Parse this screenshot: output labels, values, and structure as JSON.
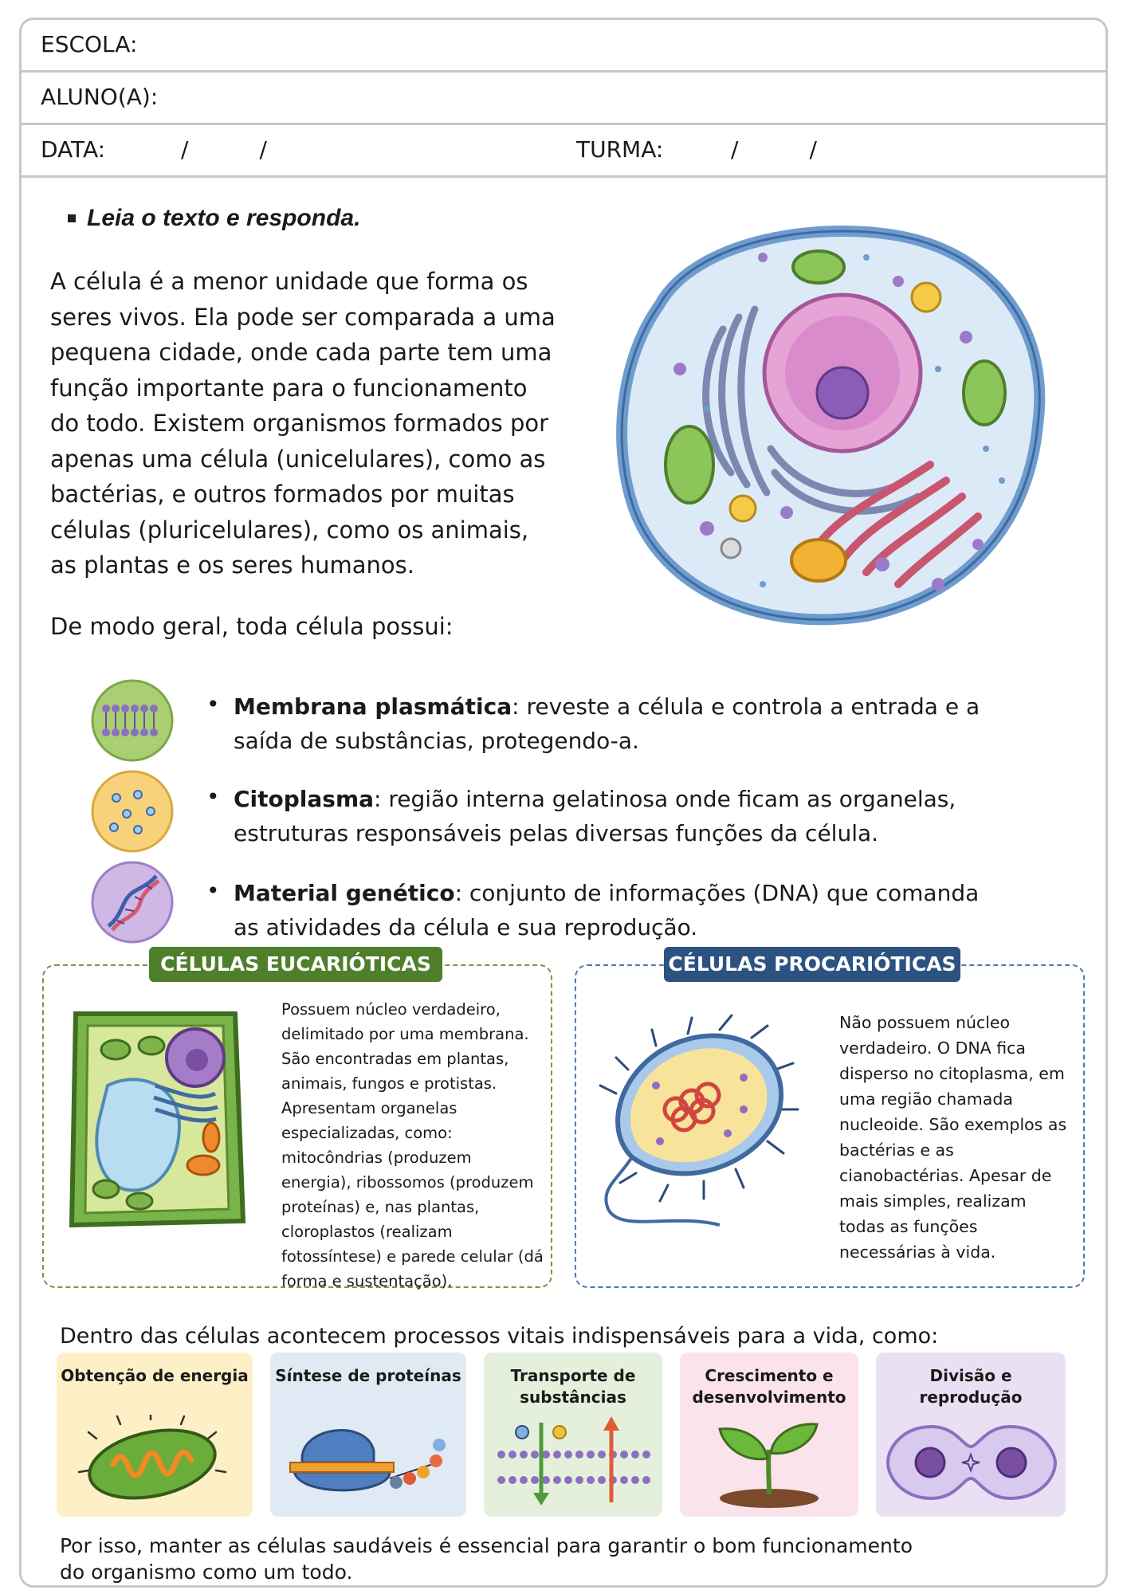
{
  "header": {
    "school_label": "ESCOLA:",
    "student_label": "ALUNO(A):",
    "date_label": "DATA:",
    "date_slashes": "/          /",
    "class_label": "TURMA:",
    "class_slashes": "/          /"
  },
  "instruction": "Leia o texto e responda.",
  "intro_text": "A célula é a menor unidade que forma os seres vivos. Ela pode ser comparada a uma pequena cidade, onde cada parte tem uma função importante para o funcionamento do todo. Existem organismos formados por apenas uma célula (unicelulares), como as bactérias, e outros formados por muitas células (pluricelulares), como os animais, as plantas e os seres humanos.",
  "components_lead": "De modo geral, toda célula possui:",
  "components": [
    {
      "term": "Membrana plasmática",
      "desc": ": reveste a célula e controla a entrada e a saída de substâncias, protegendo-a.",
      "icon": "membrane-icon",
      "color": "#a9cf72"
    },
    {
      "term": "Citoplasma",
      "desc": ": região interna gelatinosa onde ficam as organelas, estruturas responsáveis pelas diversas funções da célula.",
      "icon": "cytoplasm-icon",
      "color": "#f8d27a"
    },
    {
      "term": "Material genético",
      "desc": ": conjunto de informações (DNA) que comanda as atividades da célula e sua reprodução.",
      "icon": "dna-icon",
      "color": "#cfb7e6"
    }
  ],
  "eukaryotic": {
    "title": "CÉLULAS EUCARIÓTICAS",
    "text": "Possuem núcleo verdadeiro, delimitado por uma membrana. São encontradas em plantas, animais, fungos e protistas. Apresentam organelas especializadas, como: mitocôndrias (produzem energia), ribossomos (produzem proteínas) e, nas plantas, cloroplastos (realizam fotossíntese) e parede celular (dá forma e sustentação).",
    "color": "#4f7f2a"
  },
  "prokaryotic": {
    "title": "CÉLULAS PROCARIÓTICAS",
    "text": "Não possuem núcleo verdadeiro. O DNA fica disperso no citoplasma, em uma região chamada nucleoide. São exemplos as bactérias e as cianobactérias. Apesar de mais simples, realizam todas as funções necessárias à vida.",
    "color": "#2c5282"
  },
  "processes_intro": "Dentro das células acontecem processos vitais indispensáveis para a vida, como:",
  "processes": [
    {
      "label": "Obtenção de energia",
      "icon": "mitochondrion-icon",
      "bg": "#fdf0c6"
    },
    {
      "label": "Síntese de proteínas",
      "icon": "ribosome-icon",
      "bg": "#dfeaf5"
    },
    {
      "label": "Transporte de substâncias",
      "icon": "membrane-transport-icon",
      "bg": "#e4f0dc"
    },
    {
      "label": "Crescimento e desenvolvimento",
      "icon": "sprout-icon",
      "bg": "#fae3ea"
    },
    {
      "label": "Divisão e reprodução",
      "icon": "cell-division-icon",
      "bg": "#e9e1f3"
    }
  ],
  "conclusion": "Por isso, manter as células saudáveis é essencial para garantir o bom funcionamento do organismo como um todo."
}
